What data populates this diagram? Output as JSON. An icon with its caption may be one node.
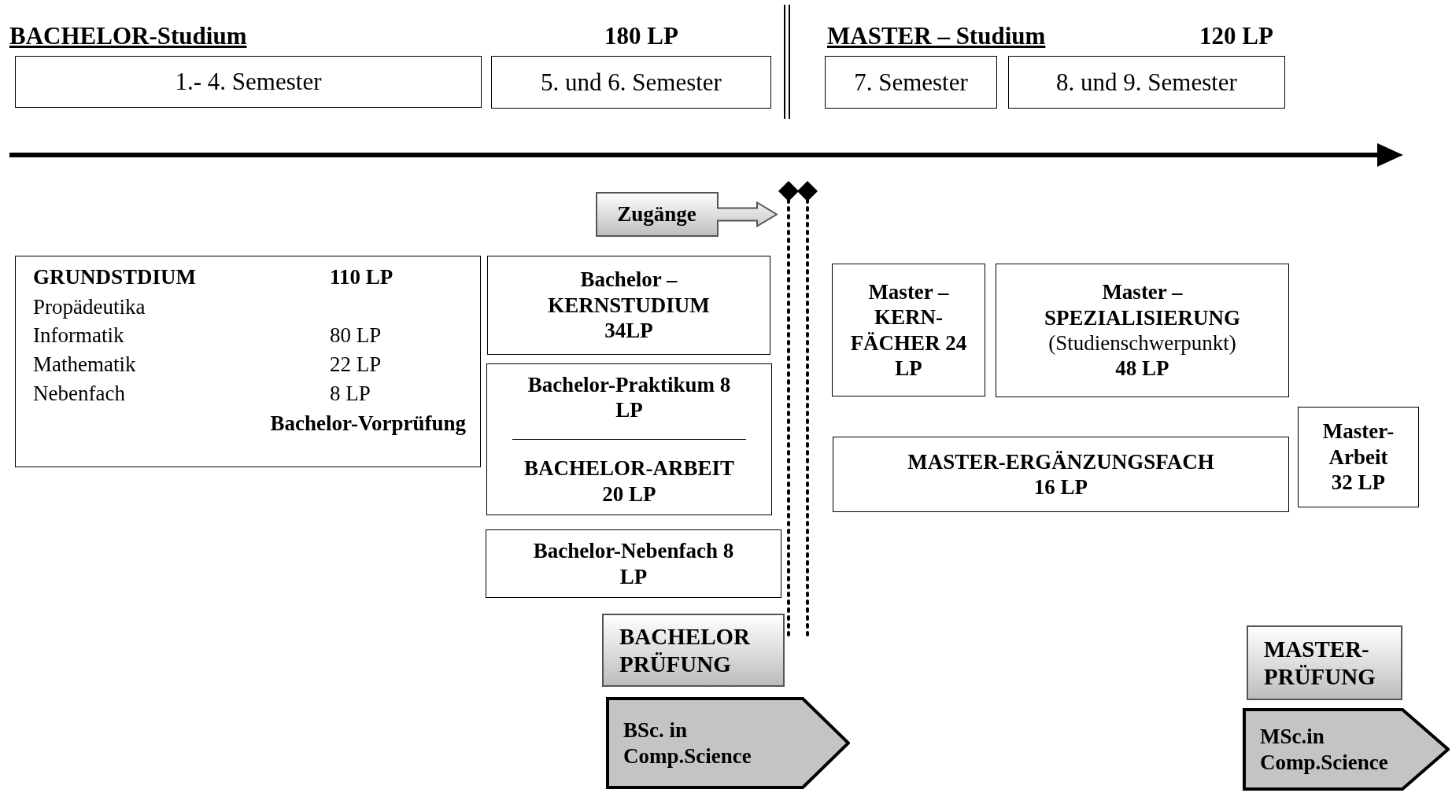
{
  "diagram": {
    "nodes": [
      {
        "text": [
          "1.- 4. Semester"
        ]
      },
      {
        "text": [
          "5. und 6. Semester"
        ]
      },
      {
        "text": [
          "7. Semester"
        ]
      },
      {
        "text": [
          "8. und 9. Semester"
        ]
      },
      {
        "text": [
          "Zugänge"
        ]
      },
      {
        "text": [
          "GRUNDSTDIUM",
          "110 LP",
          "Propädeutika",
          "Informatik",
          "80 LP",
          "Mathematik",
          "22 LP",
          "Nebenfach",
          "8 LP",
          "Bachelor-Vorprüfung"
        ]
      },
      {
        "text": [
          "Bachelor – KERNSTUDIUM 34LP"
        ]
      },
      {
        "text": [
          "Bachelor-Praktikum 8 LP",
          "BACHELOR-ARBEIT 20 LP"
        ]
      },
      {
        "text": [
          "Bachelor-Nebenfach 8 LP"
        ]
      },
      {
        "text": [
          "BACHELOR PRÜFUNG"
        ]
      },
      {
        "text": [
          "BSc. in Comp.Science"
        ]
      },
      {
        "text": [
          "Master – KERN-FÄCHER 24 LP"
        ]
      },
      {
        "text": [
          "Master – SPEZIALISIERUNG",
          "(Studienschwerpunkt)",
          "48 LP"
        ]
      },
      {
        "text": [
          "MASTER-ERGÄNZUNGSFACH 16 LP"
        ]
      },
      {
        "text": [
          "Master-Arbeit 32 LP"
        ]
      },
      {
        "text": [
          "MASTER-PRÜFUNG"
        ]
      },
      {
        "text": [
          "MSc.in Comp.Science"
        ]
      }
    ],
    "labels": [
      "BACHELOR-Studium",
      "180 LP",
      "MASTER – Studium",
      "120 LP"
    ]
  }
}
